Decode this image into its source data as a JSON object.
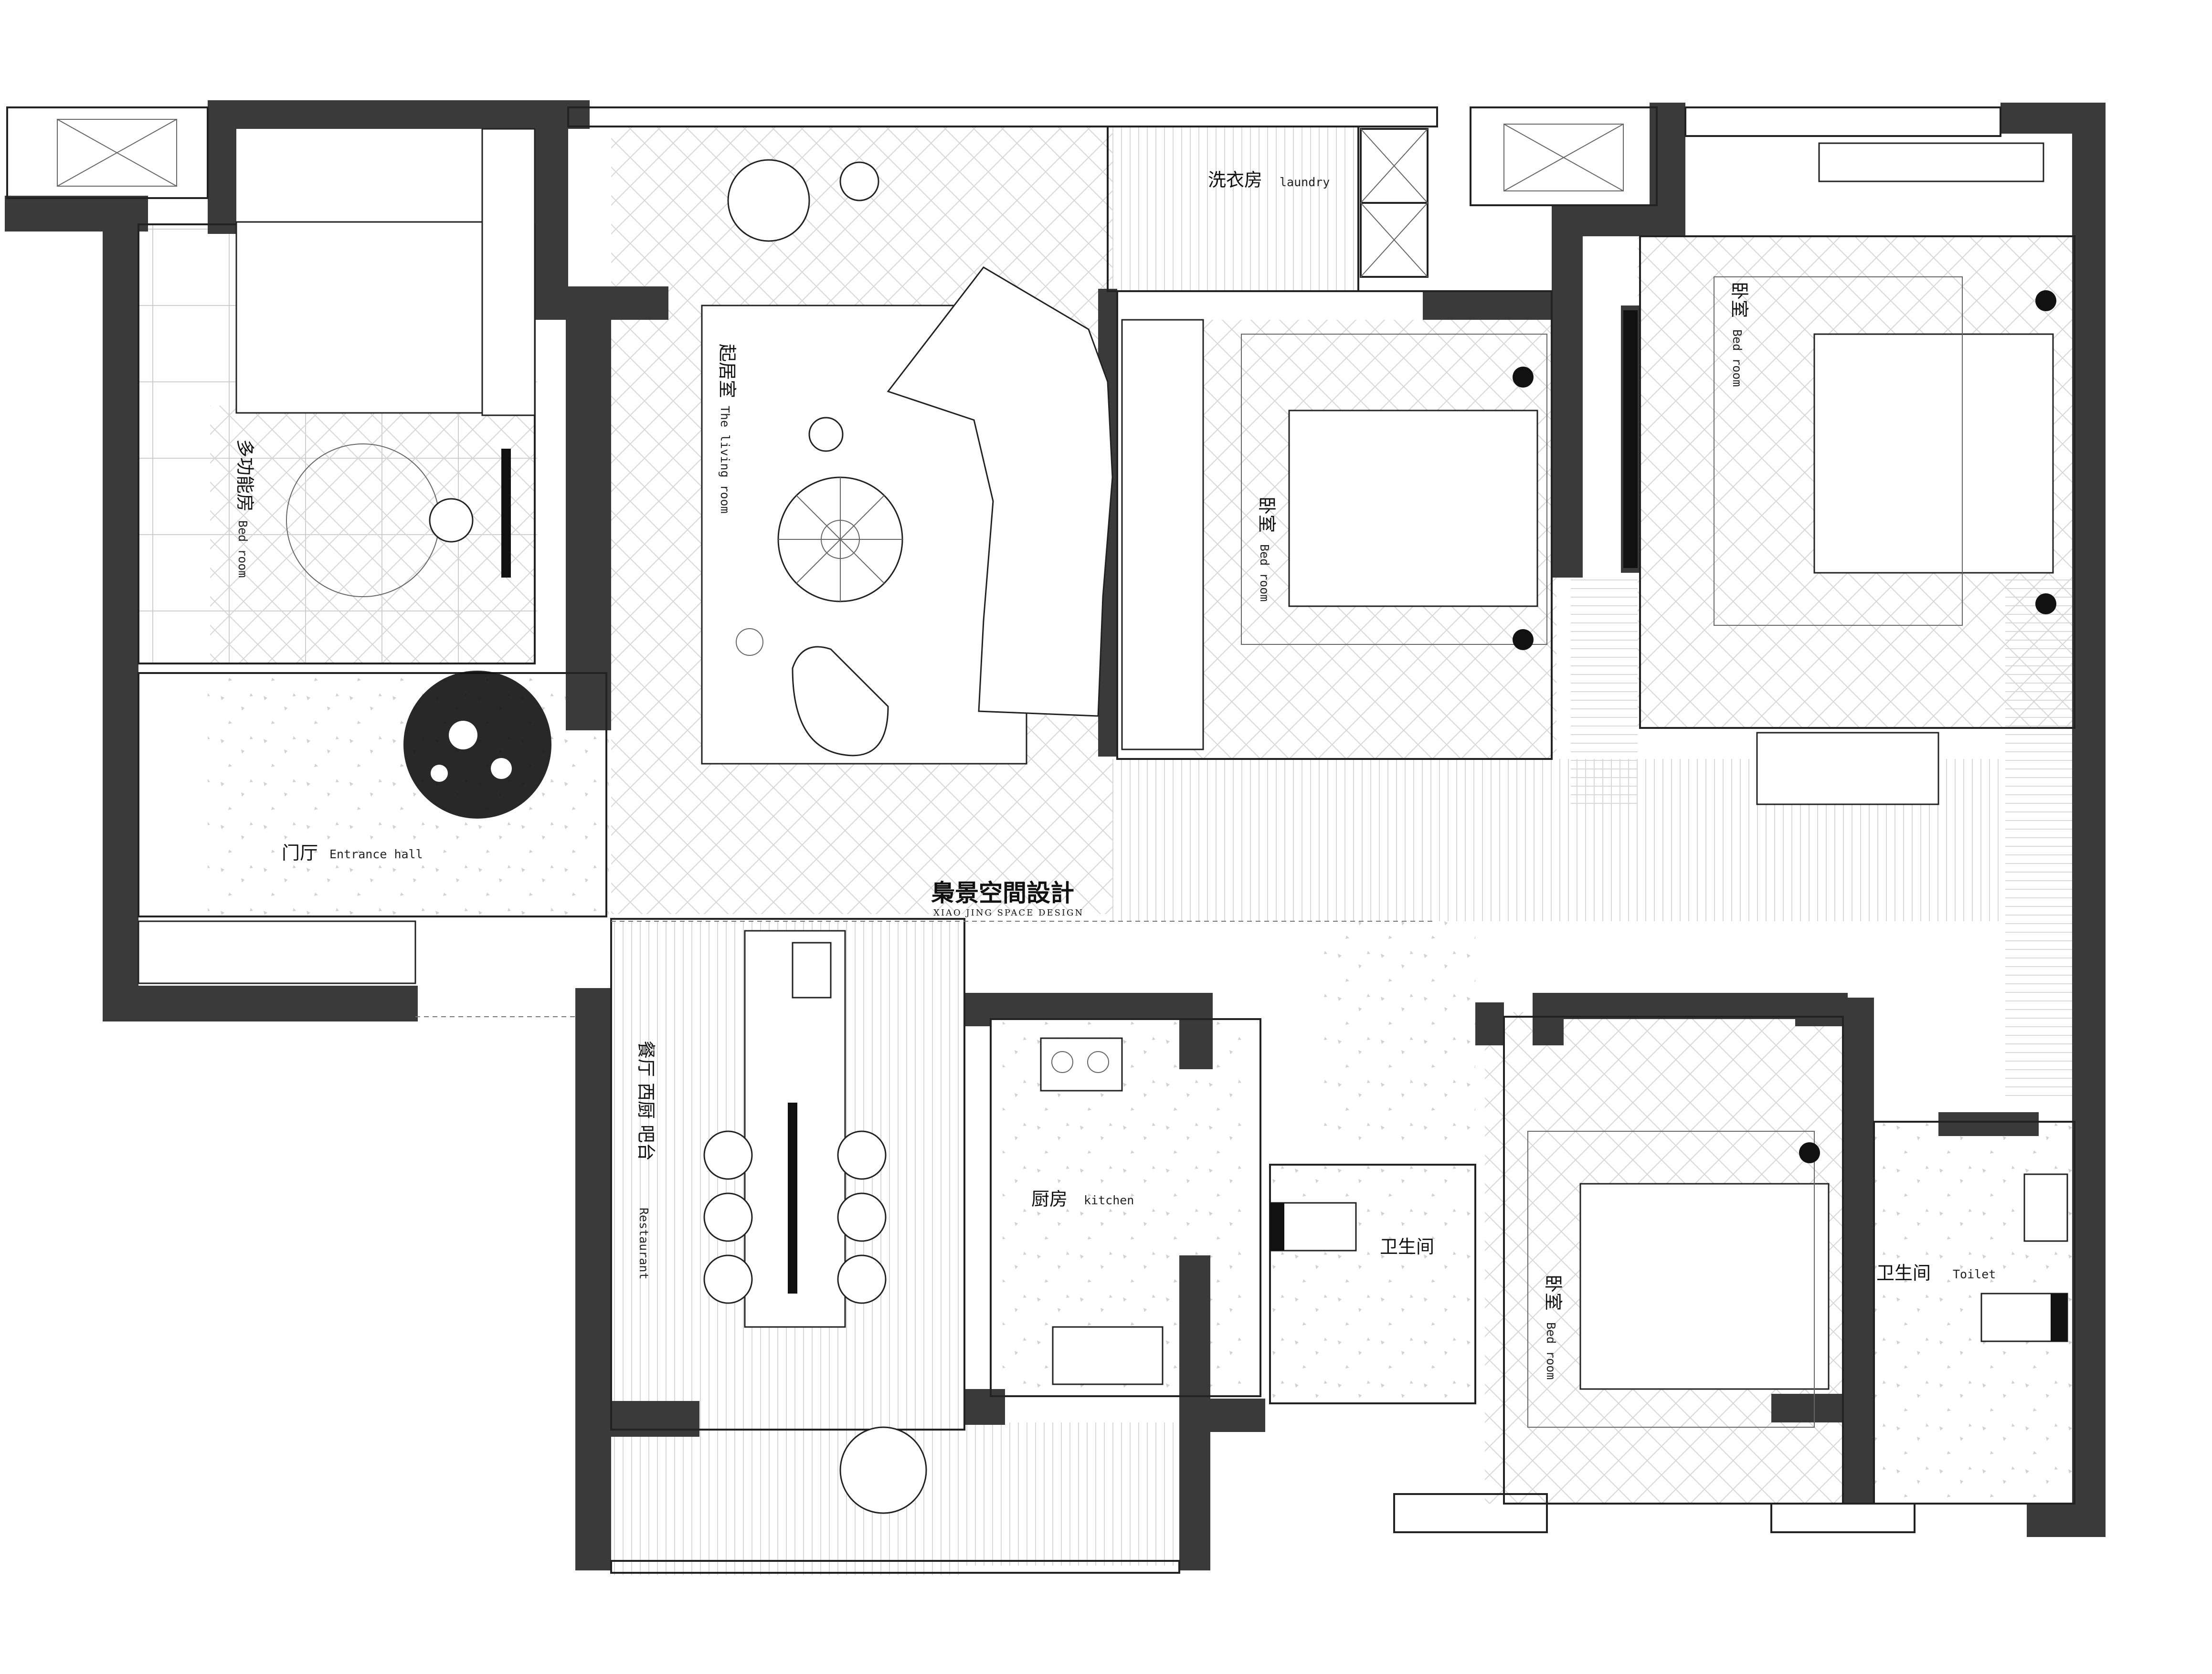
{
  "brand": {
    "name": "梟景空間設計",
    "subtitle": "XIAO JING SPACE DESIGN"
  },
  "rooms": {
    "multi_room": {
      "cn": "多功能房",
      "en": "Bed room"
    },
    "living_room": {
      "cn": "起居室",
      "en": "The living room"
    },
    "laundry": {
      "cn": "洗衣房",
      "en": "laundry"
    },
    "bedroom_center": {
      "cn": "卧室",
      "en": "Bed room"
    },
    "bedroom_master": {
      "cn": "卧室",
      "en": "Bed room"
    },
    "entrance": {
      "cn": "门厅",
      "en": "Entrance hall"
    },
    "restaurant": {
      "cn": "餐厅 西厨 吧台",
      "en": "Restaurant"
    },
    "kitchen": {
      "cn": "厨房",
      "en": "kitchen"
    },
    "toilet_center": {
      "cn": "卫生间",
      "en": ""
    },
    "bedroom_south": {
      "cn": "卧室",
      "en": "Bed room"
    },
    "toilet_east": {
      "cn": "卫生间",
      "en": "Toilet"
    }
  },
  "colors": {
    "wall": "#3a3a3a",
    "line": "#222222",
    "background": "#ffffff"
  },
  "icons": [
    "plant-icon",
    "person-icon",
    "chair-icon",
    "bed-icon",
    "sofa-icon",
    "lamp-icon",
    "door-swing-icon"
  ]
}
